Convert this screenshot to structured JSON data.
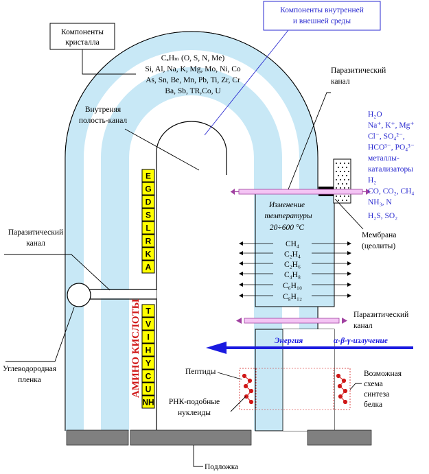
{
  "labels": {
    "crystal_components": [
      "Компоненты",
      "кристалла"
    ],
    "inner_outer_components": [
      "Компоненты внутренней",
      "и внешней среды"
    ],
    "crystal_formula": [
      "CₓHₘ (O, S, N, Me)",
      "Si, Al, Na, K, Mg, Mo, Ni, Co",
      "As, Sn, Be, Mn, Pb, Ti, Zr, Cr",
      "Ba, Sb, TR,Co, U"
    ],
    "inner_cavity": [
      "Внутреняя",
      "полость-канал"
    ],
    "parasitic_channel_top": [
      "Паразитический",
      "канал"
    ],
    "parasitic_channel_left": [
      "Паразитический",
      "канал"
    ],
    "parasitic_channel_lower": [
      "Паразитический",
      "канал"
    ],
    "temperature": [
      "Изменение",
      "температуры",
      "20÷600 °C"
    ],
    "membrane": [
      "Мембрана",
      "(цеолиты)"
    ],
    "hydrocarbon_film": [
      "Углеводородная",
      "пленка"
    ],
    "energy": "Энергия",
    "radiation": "α-β-γ-излучение",
    "peptides": "Пептиды",
    "rna_nucleotides": [
      "РНК-подобные",
      "нуклеиды"
    ],
    "synthesis_scheme": [
      "Возможная",
      "схема",
      "синтеза",
      "белка"
    ],
    "substrate": "Подложка",
    "amino_acids_word": "АМИНО   КИСЛОТЫ"
  },
  "environment_list": [
    "H₂O",
    "Na⁺, K⁺, Mg⁺",
    "Cl⁻, SO₄²⁻,",
    "HCO³⁻, PO₄³⁻",
    "металлы-",
    "катализаторы",
    "H₂",
    "CO, CO₂, CH₄",
    "NH₃, N",
    "H₂S, SO₂"
  ],
  "hydrocarbons": [
    "CH₄",
    "C₂H₄",
    "C₂H₆",
    "C₄H₈",
    "C₆H₁₀",
    "C₈H₁₂"
  ],
  "amino_top": [
    "E",
    "G",
    "D",
    "S",
    "L",
    "R",
    "K",
    "A"
  ],
  "amino_bottom": [
    "T",
    "V",
    "I",
    "H",
    "Y",
    "C",
    "U",
    "NH"
  ],
  "colors": {
    "tube_light": "#c8e8f6",
    "outline": "#000000",
    "cell_fill": "#ffff00",
    "amino_text": "#d01818",
    "energy_arrow": "#1a1ae0",
    "channel_pink": "#e8a0e8",
    "substrate": "#808080"
  }
}
